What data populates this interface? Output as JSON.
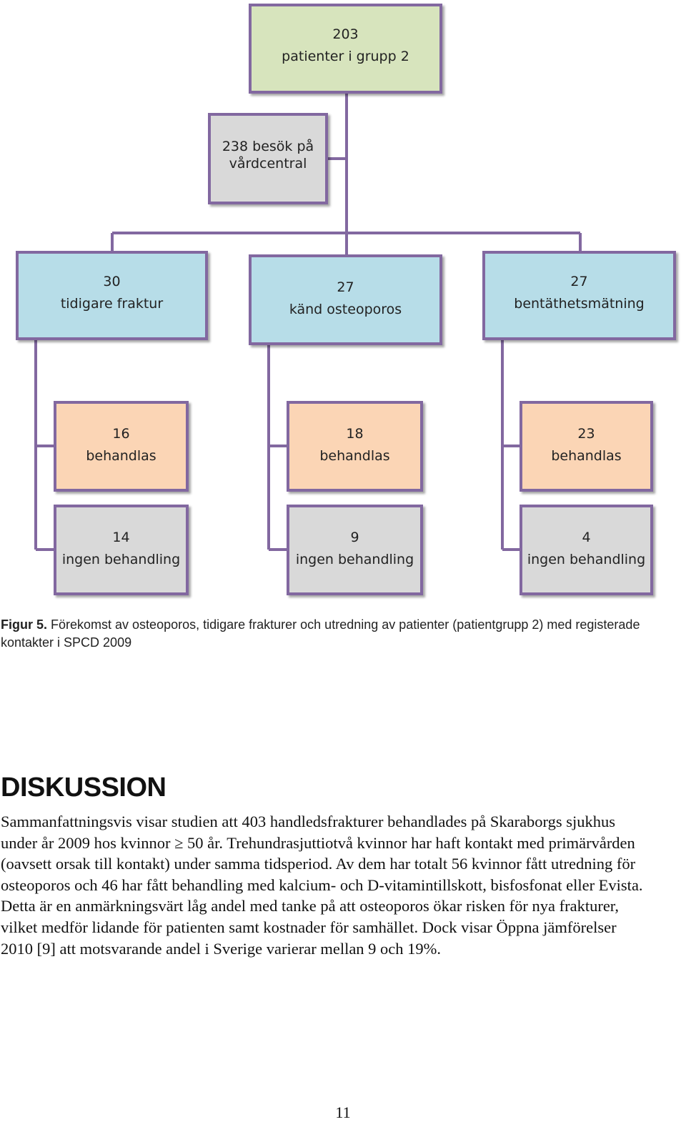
{
  "flowchart": {
    "root": {
      "count": "203",
      "label": "patienter i grupp 2"
    },
    "visits": {
      "line1": "238 besök på",
      "line2": "vårdcentral"
    },
    "branches": [
      {
        "count": "30",
        "label": "tidigare fraktur",
        "treated": {
          "count": "16",
          "label": "behandlas"
        },
        "untreated": {
          "count": "14",
          "label": "ingen behandling"
        }
      },
      {
        "count": "27",
        "label": "känd osteoporos",
        "treated": {
          "count": "18",
          "label": "behandlas"
        },
        "untreated": {
          "count": "9",
          "label": "ingen behandling"
        }
      },
      {
        "count": "27",
        "label": "bentäthetsmätning",
        "treated": {
          "count": "23",
          "label": "behandlas"
        },
        "untreated": {
          "count": "4",
          "label": "ingen behandling"
        }
      }
    ],
    "colors": {
      "line": "#8268a0",
      "root": "#d7e4bd",
      "visits": "#d9d9d9",
      "branch": "#b7dde8",
      "treated": "#fbd5b5",
      "untreated": "#d9d9d9"
    }
  },
  "caption": {
    "label": "Figur 5.",
    "text": " Förekomst av osteoporos, tidigare frakturer och utredning av patienter (patientgrupp 2) med registerade kontakter i SPCD 2009"
  },
  "section": {
    "heading": "DISKUSSION",
    "paragraph": "Sammanfattningsvis visar studien att 403 handledsfrakturer behandlades på Skaraborgs sjukhus under år 2009 hos kvinnor ≥ 50 år. Trehundrasjuttiotvå kvinnor har haft kontakt med primärvården (oavsett orsak till kontakt) under samma tidsperiod. Av dem har totalt 56 kvinnor fått utredning för osteoporos och 46 har fått behandling med kalcium- och D-vitamintillskott, bisfosfonat eller Evista. Detta är en anmärkningsvärt låg andel med tanke på att osteoporos ökar risken för nya frakturer, vilket medför lidande för patienten samt kostnader för samhället. Dock visar Öppna jämförelser 2010 [9] att motsvarande andel i Sverige varierar mellan 9 och 19%."
  },
  "page_number": "11"
}
